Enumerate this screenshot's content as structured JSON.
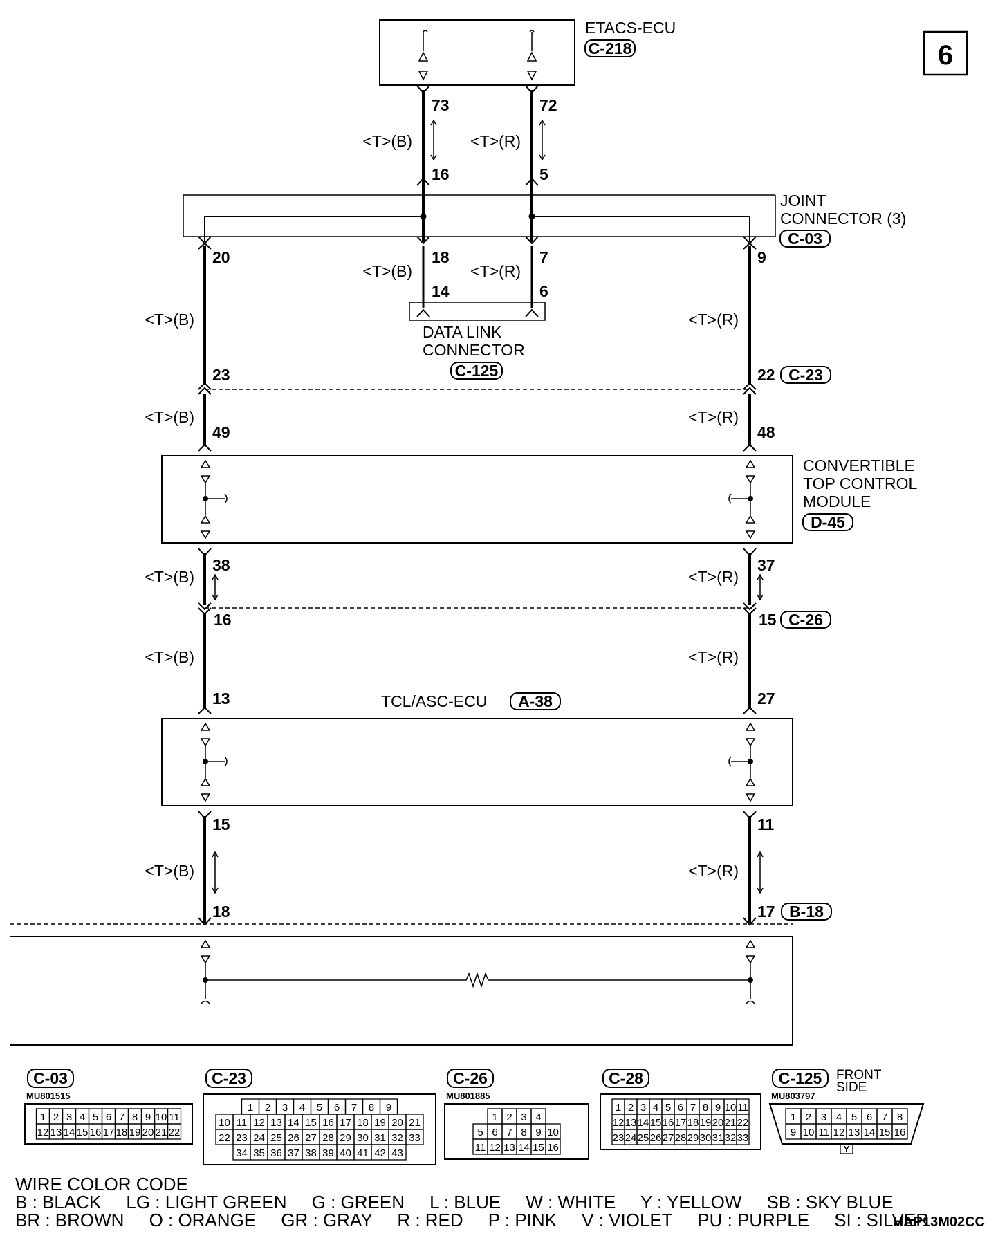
{
  "page_number": "6",
  "ecus": {
    "etacs": {
      "name": "ETACS-ECU",
      "code": "C-218"
    },
    "joint": {
      "name_line1": "JOINT",
      "name_line2": "CONNECTOR (3)",
      "code": "C-03"
    },
    "dlc": {
      "name_line1": "DATA LINK",
      "name_line2": "CONNECTOR",
      "code": "C-125"
    },
    "convertible": {
      "name_line1": "CONVERTIBLE",
      "name_line2": "TOP CONTROL",
      "name_line3": "MODULE",
      "code": "D-45"
    },
    "tcl": {
      "name": "TCL/ASC-ECU",
      "code": "A-38"
    }
  },
  "inline_codes": {
    "c23": "C-23",
    "c26": "C-26",
    "b18": "B-18"
  },
  "wire_labels": {
    "black": "<T>(B)",
    "red": "<T>(R)"
  },
  "pins": {
    "p73": "73",
    "p72": "72",
    "p16a": "16",
    "p5": "5",
    "p20": "20",
    "p18a": "18",
    "p7": "7",
    "p9": "9",
    "p14": "14",
    "p6": "6",
    "p23": "23",
    "p22": "22",
    "p49": "49",
    "p48": "48",
    "p38": "38",
    "p37": "37",
    "p16b": "16",
    "p15a": "15",
    "p13": "13",
    "p27": "27",
    "p15b": "15",
    "p11": "11",
    "p18b": "18",
    "p17": "17"
  },
  "connectors": [
    {
      "code": "C-03",
      "part": "MU801515",
      "rows": [
        [
          "1",
          "2",
          "3",
          "4",
          "5",
          "6",
          "7",
          "8",
          "9",
          "10",
          "11"
        ],
        [
          "12",
          "13",
          "14",
          "15",
          "16",
          "17",
          "18",
          "19",
          "20",
          "21",
          "22"
        ]
      ]
    },
    {
      "code": "C-23",
      "part": "",
      "rows": [
        [
          "1",
          "2",
          "3",
          "4",
          "5",
          "6",
          "7",
          "8",
          "9"
        ],
        [
          "10",
          "11",
          "12",
          "13",
          "14",
          "15",
          "16",
          "17",
          "18",
          "19",
          "20",
          "21"
        ],
        [
          "22",
          "23",
          "24",
          "25",
          "26",
          "27",
          "28",
          "29",
          "30",
          "31",
          "32",
          "33"
        ],
        [
          "34",
          "35",
          "36",
          "37",
          "38",
          "39",
          "40",
          "41",
          "42",
          "43"
        ]
      ]
    },
    {
      "code": "C-26",
      "part": "MU801885",
      "rows": [
        [
          "1",
          "2",
          "3",
          "4"
        ],
        [
          "5",
          "6",
          "7",
          "8",
          "9",
          "10"
        ],
        [
          "11",
          "12",
          "13",
          "14",
          "15",
          "16"
        ]
      ]
    },
    {
      "code": "C-28",
      "part": "",
      "rows": [
        [
          "1",
          "2",
          "3",
          "4",
          "5",
          "6",
          "7",
          "8",
          "9",
          "10",
          "11"
        ],
        [
          "12",
          "13",
          "14",
          "15",
          "16",
          "17",
          "18",
          "19",
          "20",
          "21",
          "22"
        ],
        [
          "23",
          "24",
          "25",
          "26",
          "27",
          "28",
          "29",
          "30",
          "31",
          "32",
          "33"
        ]
      ]
    },
    {
      "code": "C-125",
      "part": "MU803797",
      "note_line1": "FRONT",
      "note_line2": "SIDE",
      "key": "Y",
      "rows": [
        [
          "1",
          "2",
          "3",
          "4",
          "5",
          "6",
          "7",
          "8"
        ],
        [
          "9",
          "10",
          "11",
          "12",
          "13",
          "14",
          "15",
          "16"
        ]
      ]
    }
  ],
  "legend": {
    "title": "WIRE COLOR CODE",
    "row1": "B : BLACK     LG : LIGHT GREEN     G : GREEN     L : BLUE     W : WHITE     Y : YELLOW     SB : SKY BLUE",
    "row2": "BR : BROWN     O : ORANGE     GR : GRAY     R : RED     P : PINK     V : VIOLET     PU : PURPLE     SI : SILVER",
    "drawing_code": "HAP13M02CC"
  }
}
